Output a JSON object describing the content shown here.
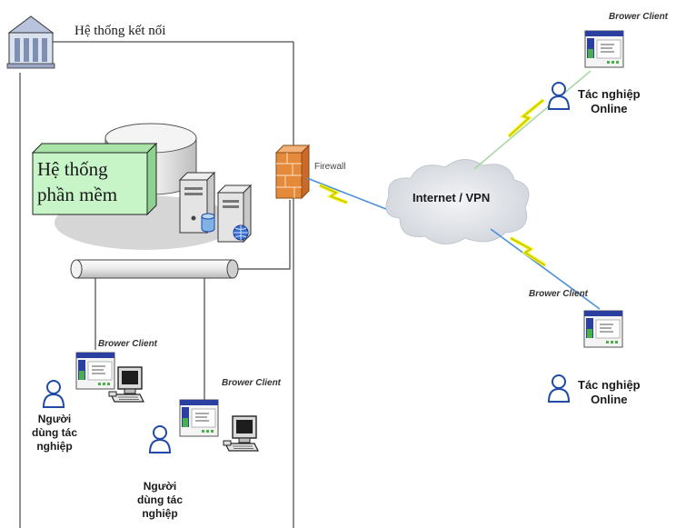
{
  "system_title": "Hệ thống kết nối",
  "software_box": {
    "line1": "Hệ thống",
    "line2": "phần mềm"
  },
  "firewall_label": "Firewall",
  "internet_label": "Internet / VPN",
  "clients": {
    "top_right": {
      "browser": "Brower Client",
      "user_line1": "Tác nghiệp",
      "user_line2": "Online"
    },
    "mid_right": {
      "browser": "Brower Client",
      "user_line1": "Tác nghiệp",
      "user_line2": "Online"
    },
    "left": {
      "browser": "Brower Client",
      "user_line1": "Người",
      "user_line2": "dùng tác",
      "user_line3": "nghiệp"
    },
    "center": {
      "browser": "Brower Client",
      "user_line1": "Người",
      "user_line2": "dùng tác",
      "user_line3": "nghiệp"
    }
  },
  "colors": {
    "firewall": "#e58a3a",
    "software_box": "#c8f5c8",
    "cloud": "#e4e7ec",
    "screen": "#2b3fa0",
    "lightning": "#f2f21c",
    "vpn_line": "#4a90d9"
  }
}
